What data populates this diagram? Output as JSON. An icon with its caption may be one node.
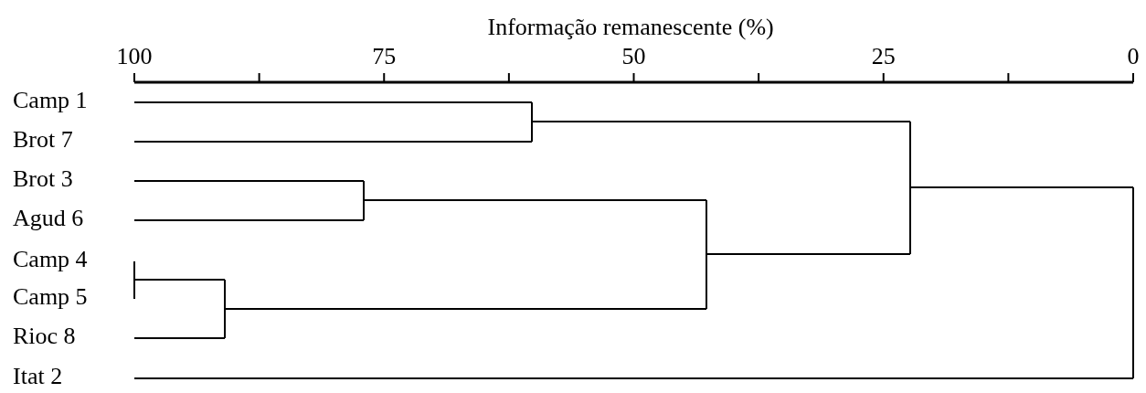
{
  "diagram": {
    "title": "Informação remanescente (%)",
    "labels": [
      "100",
      "75",
      "50",
      "25",
      "0",
      "Camp 1",
      "Brot 7",
      "Brot 3",
      "Agud 6",
      "Camp 4",
      "Camp 5",
      "Rioc 8",
      "Itat 2"
    ]
  }
}
